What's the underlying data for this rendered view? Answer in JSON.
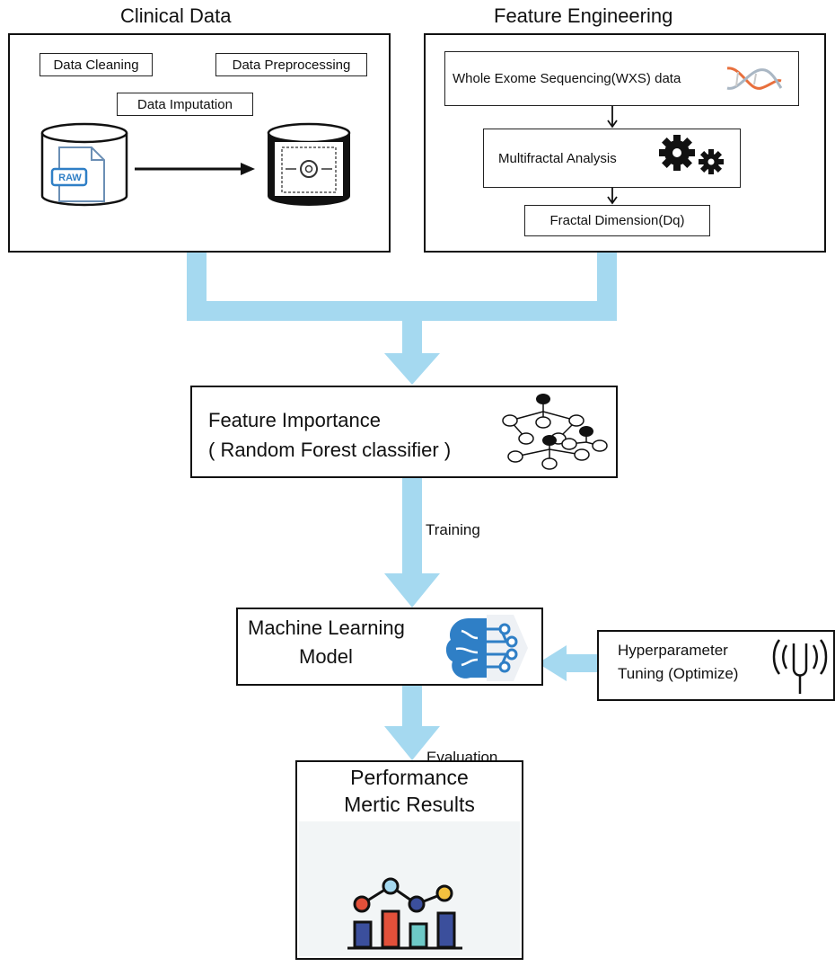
{
  "clinical": {
    "title": "Clinical Data",
    "steps": [
      "Data Cleaning",
      "Data Preprocessing",
      "Data Imputation"
    ],
    "raw_label": "RAW"
  },
  "feature_engineering": {
    "title": "Feature Engineering",
    "wxs": "Whole Exome Sequencing(WXS) data",
    "multifractal": "Multifractal Analysis",
    "fractal_dimension": "Fractal Dimension(Dq)"
  },
  "feature_importance": {
    "line1": "Feature Importance",
    "line2": "( Random Forest classifier )"
  },
  "edges": {
    "training": "Training",
    "evaluation": "Evaluation"
  },
  "ml_model": {
    "line1": "Machine Learning",
    "line2": "Model"
  },
  "hyperparameter": {
    "line1": "Hyperparameter",
    "line2": "Tuning (Optimize)"
  },
  "performance": {
    "line1": "Performance",
    "line2": "Mertic Results"
  },
  "colors": {
    "flow_arrow": "#a5d9f0",
    "bar_blue": "#3b4f9c",
    "bar_red": "#e2503a",
    "bar_teal": "#6dc9c7",
    "node_yellow": "#f4c23f",
    "brain_blue": "#2f7fc6"
  }
}
